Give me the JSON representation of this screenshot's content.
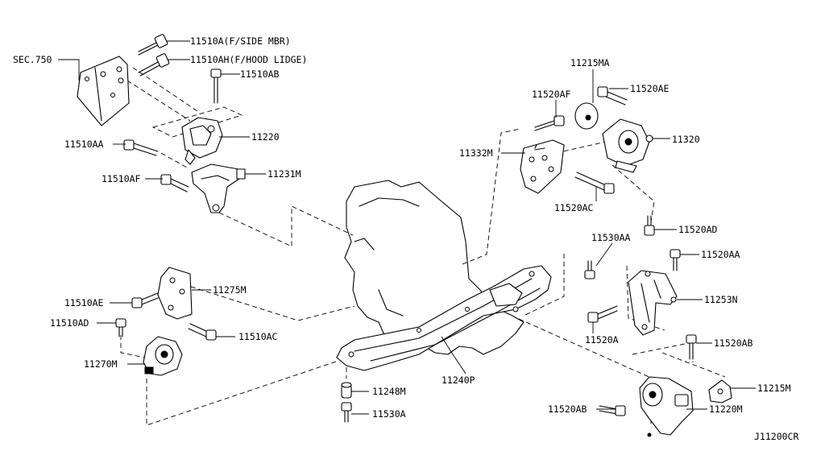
{
  "diagram_code": "J11200CR",
  "labels": {
    "sec750": "SEC.750",
    "p11510A": "11510A(F/SIDE MBR)",
    "p11510AH": "11510AH(F/HOOD LIDGE)",
    "p11510AB": "11510AB",
    "p11220": "11220",
    "p11510AA": "11510AA",
    "p11231M": "11231M",
    "p11510AF": "11510AF",
    "p11215MA": "11215MA",
    "p11520AE": "11520AE",
    "p11520AF": "11520AF",
    "p11320": "11320",
    "p11332M": "11332M",
    "p11520AC": "11520AC",
    "p11520AD": "11520AD",
    "p11530AA": "11530AA",
    "p11520AA": "11520AA",
    "p11253N": "11253N",
    "p11520A": "11520A",
    "p11275M": "11275M",
    "p11510AE": "11510AE",
    "p11510AD": "11510AD",
    "p11510AC": "11510AC",
    "p11270M": "11270M",
    "p11240P": "11240P",
    "p11520AB_r": "11520AB",
    "p11215M": "11215M",
    "p11248M": "11248M",
    "p11530A": "11530A",
    "p11520AB_b": "11520AB",
    "p11220M": "11220M"
  }
}
